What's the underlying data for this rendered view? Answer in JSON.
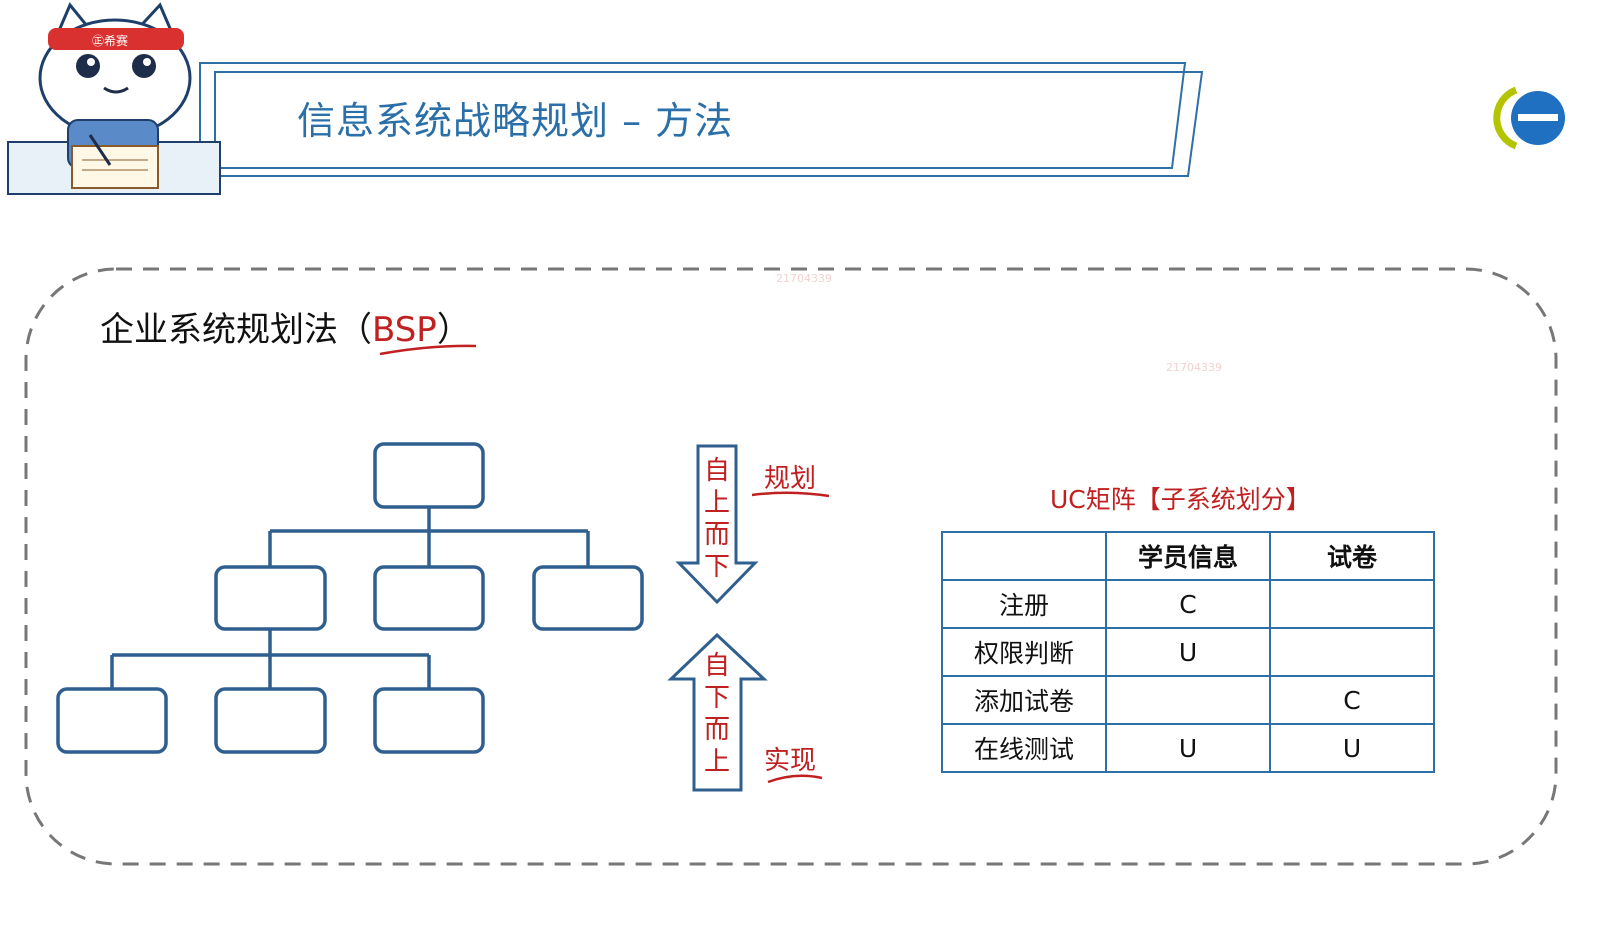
{
  "header": {
    "title": "信息系统战略规划 – 方法",
    "mascot_badge": "㊣希赛"
  },
  "watermarks": [
    "21704339",
    "21704339"
  ],
  "section": {
    "title_prefix": "企业系统规划法（",
    "title_abbr": "BSP",
    "title_suffix": "）"
  },
  "arrows": {
    "down_chars": [
      "自",
      "上",
      "而",
      "下"
    ],
    "down_label": "规划",
    "up_chars": [
      "自",
      "下",
      "而",
      "上"
    ],
    "up_label": "实现"
  },
  "uc_matrix": {
    "title": "UC矩阵【子系统划分】",
    "columns": [
      "",
      "学员信息",
      "试卷"
    ],
    "rows": [
      [
        "注册",
        "C",
        ""
      ],
      [
        "权限判断",
        "U",
        ""
      ],
      [
        "添加试卷",
        "",
        "C"
      ],
      [
        "在线测试",
        "U",
        "U"
      ]
    ]
  },
  "colors": {
    "accent_blue": "#2a6fa8",
    "box_blue": "#2f5f8f",
    "red": "#c02020",
    "logo_green": "#b5c400"
  }
}
